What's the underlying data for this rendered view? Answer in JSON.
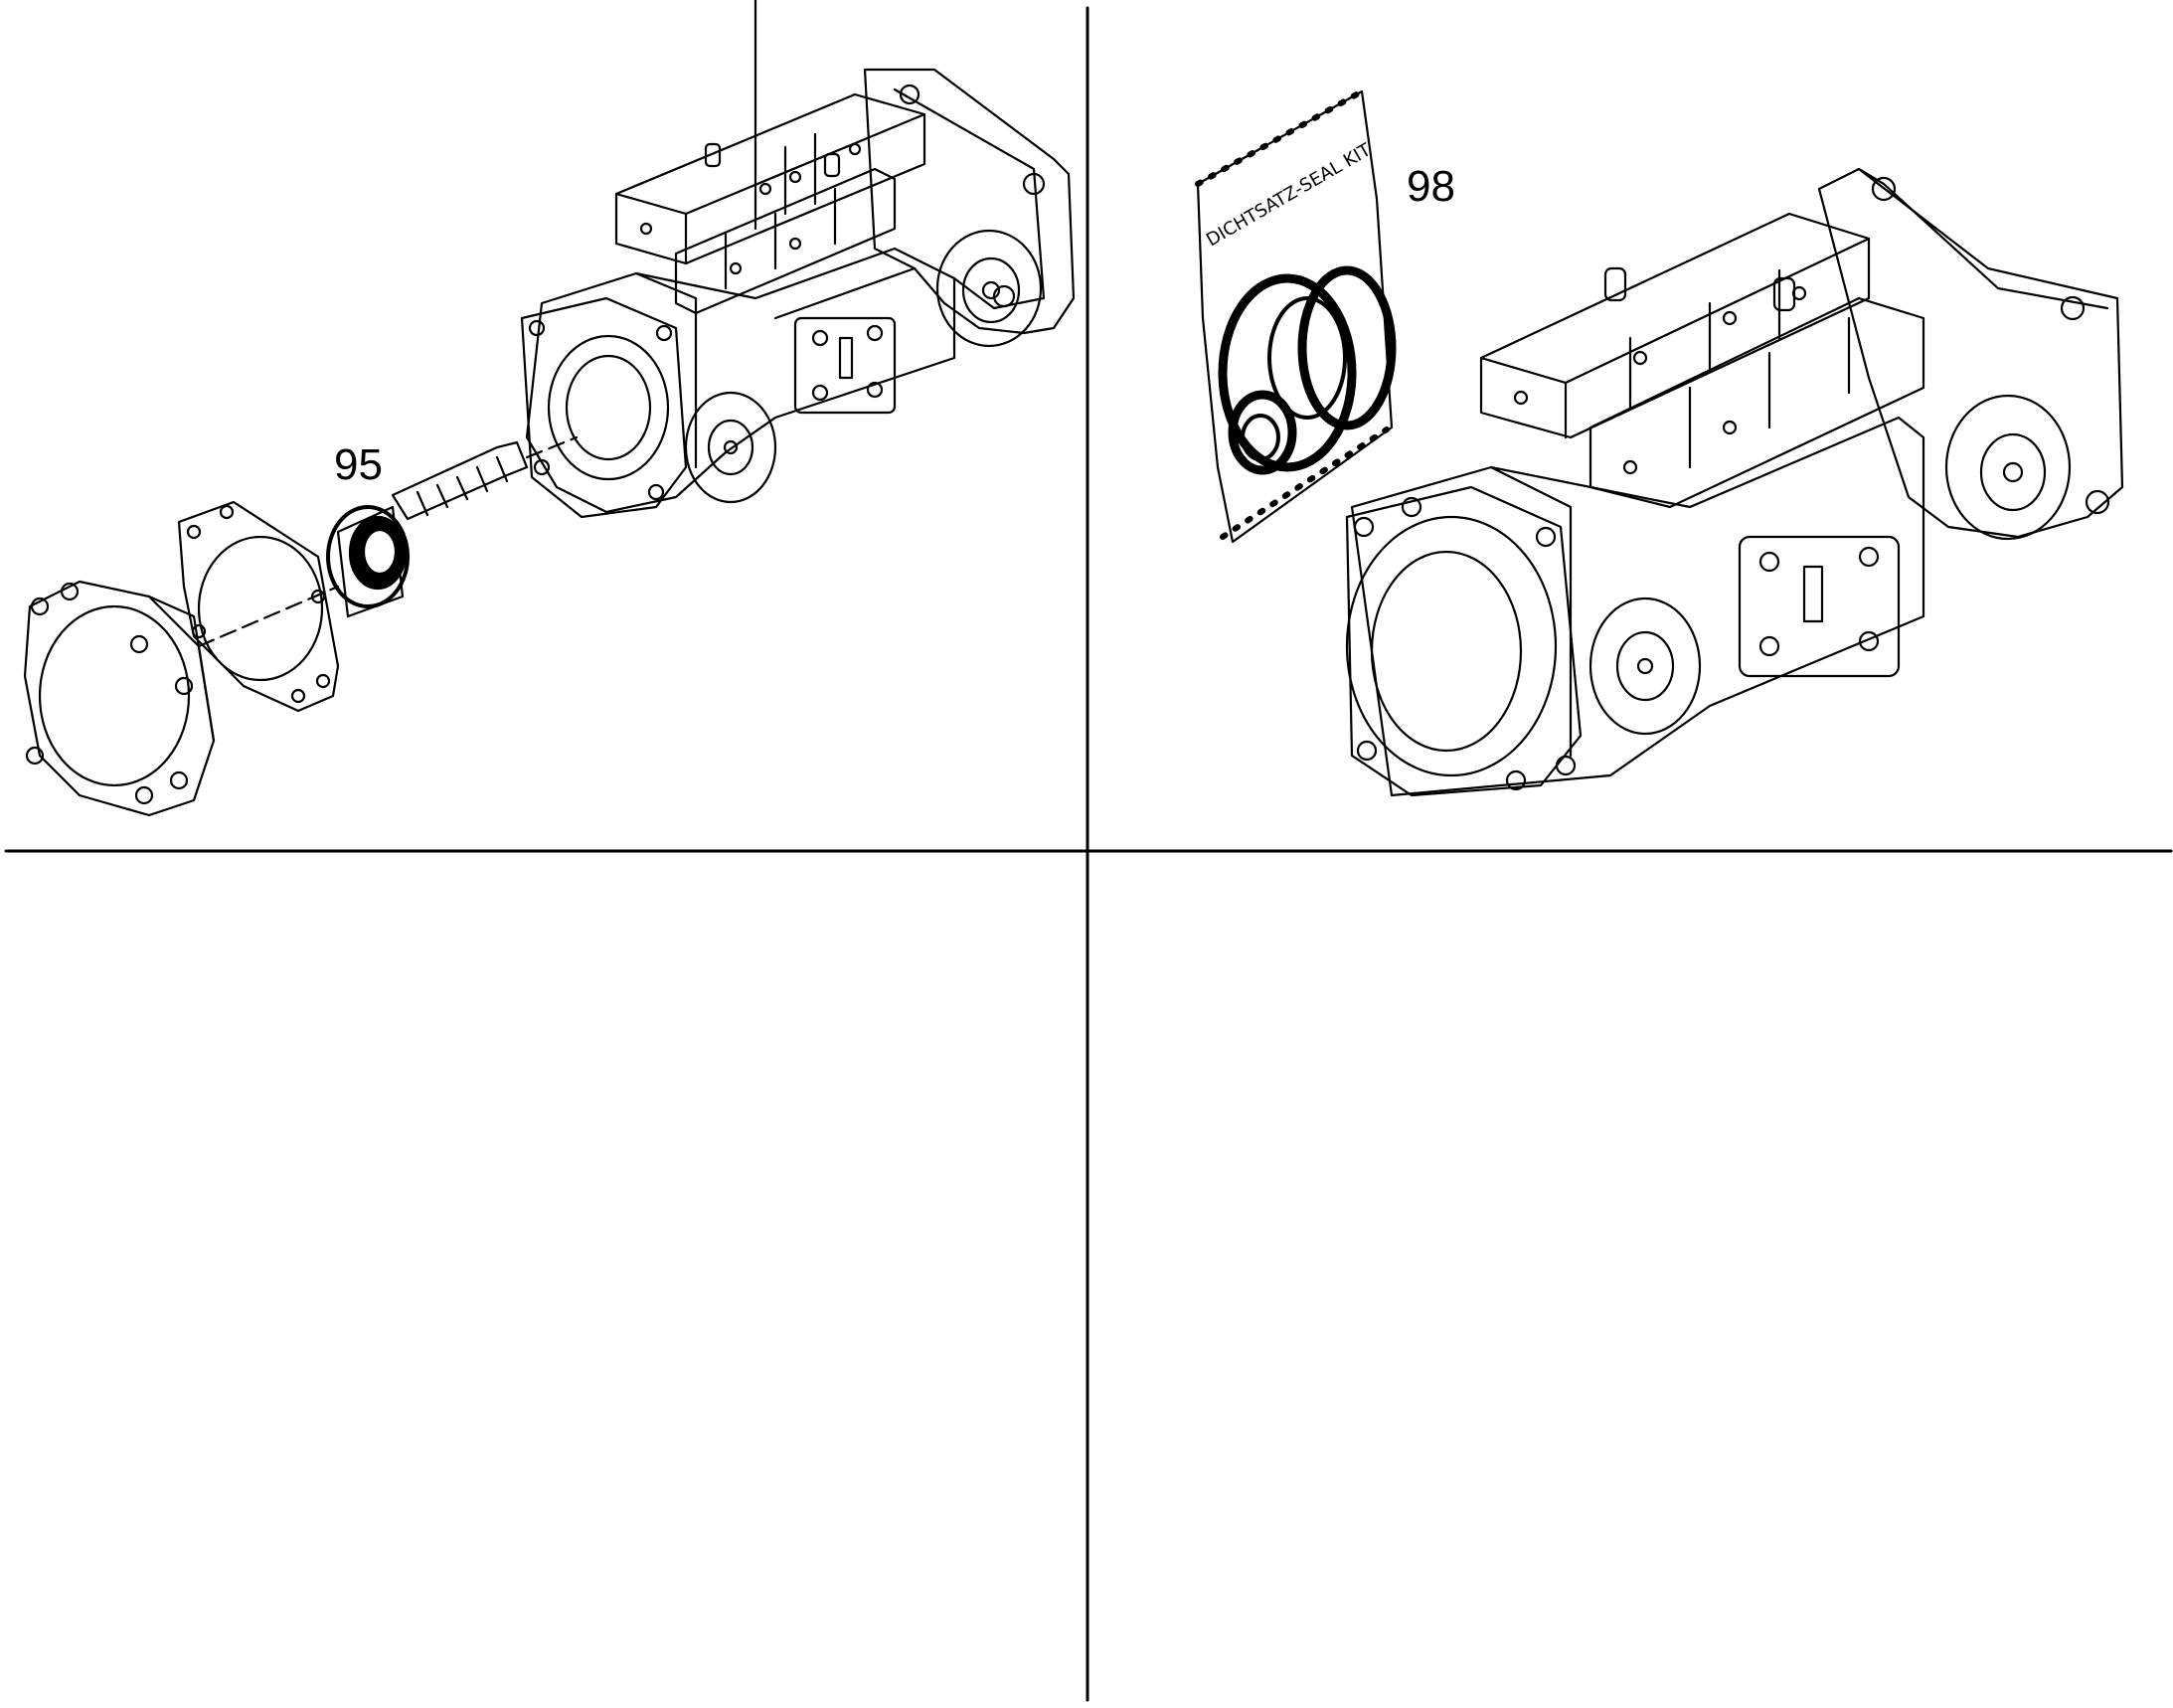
{
  "diagram": {
    "callouts": {
      "shaft_bearing": "95",
      "seal_kit": "98"
    },
    "bag_label": "DICHTSATZ-SEAL KIT",
    "colors": {
      "line": "#000000",
      "background": "#ffffff"
    }
  }
}
